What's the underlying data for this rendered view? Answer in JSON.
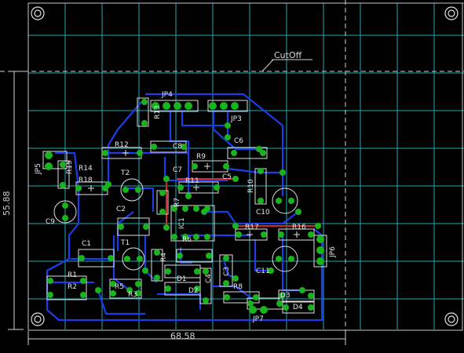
{
  "board": {
    "cutoff_label": "CutOff",
    "width_label": "68.58",
    "height_label": "55.88"
  },
  "components": {
    "JP4": "JP4",
    "JP3": "JP3",
    "JP5": "JP5",
    "JP6": "JP6",
    "JP7": "JP7",
    "R13": "R13",
    "R12": "R12",
    "R14": "R14",
    "R15": "R15",
    "R18": "R18",
    "R9": "R9",
    "R11": "R11",
    "R10": "R10",
    "R7": "R7",
    "R17": "R17",
    "R16": "R16",
    "R4": "R4",
    "R1": "R1",
    "R2": "R2",
    "R5": "R5",
    "R3": "R3",
    "R6": "R6",
    "R8": "R8",
    "C8": "C8",
    "C7": "C7",
    "C6": "C6",
    "C5": "C5",
    "C2": "C2",
    "C1": "C1",
    "C9": "C9",
    "C10": "C10",
    "C11": "C11",
    "C4": "C4",
    "C3": "C3",
    "T1": "T1",
    "T2": "T2",
    "IC1": "IC1",
    "D1": "D1",
    "D2": "D2",
    "D3": "D3",
    "D4": "D4"
  },
  "colors": {
    "background": "#000000",
    "grid": "#2aa6b8",
    "board_outline": "#c8c8c8",
    "top_trace": "#1b3ee6",
    "bottom_trace": "#d22a2a",
    "pad": "#19b31e",
    "silkscreen": "#e0e0e0"
  }
}
